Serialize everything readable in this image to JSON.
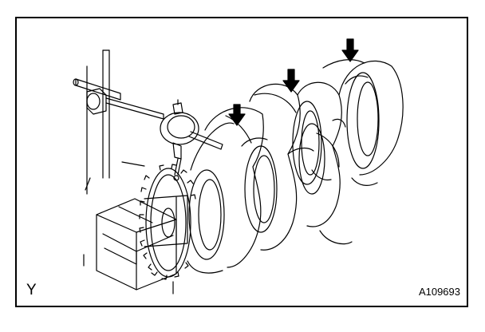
{
  "figure": {
    "corner_label": "Y",
    "figure_id": "A109693"
  },
  "colors": {
    "line": "#000000",
    "background": "#ffffff"
  },
  "parts": [
    "crankshaft",
    "dial-indicator",
    "magnetic-stand",
    "v-block",
    "timing-gear"
  ],
  "arrows": {
    "count": 3,
    "direction": "down"
  }
}
